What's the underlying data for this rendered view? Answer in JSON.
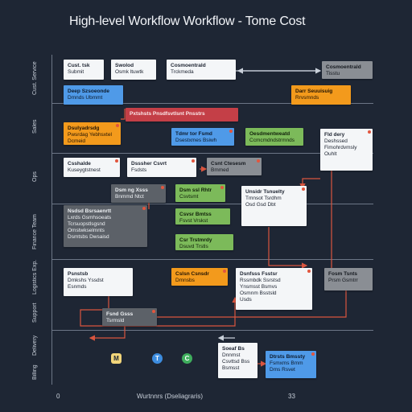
{
  "title": "Hig⁠h-level Workflow Workflow - Tome Cost",
  "lanes": [
    "Cust. Service",
    "Sales",
    "Ops",
    "Finance Team",
    "Logistics Exp.",
    "Support",
    "Delivery",
    "Billing"
  ],
  "boxes": {
    "b01": {
      "title": "Cust. tsk",
      "desc": "Submit"
    },
    "b02": {
      "title": "Swolod",
      "desc": "Osmk ltuwtk"
    },
    "b03": {
      "title": "Cosmoentrald",
      "desc": "Trckmeda"
    },
    "b04": {
      "title": "Cosmoentrald",
      "desc": "Tisstu"
    },
    "b05": {
      "title": "Deep Szsoeonde",
      "desc": "Dmnds Ubmmt"
    },
    "b06": {
      "title": "Darr Seuuisuig",
      "desc": "Rrvsmnds"
    },
    "b07": {
      "title": "Pxtshsts Pnsdfsvtlsnt Pnsstrs",
      "desc": ""
    },
    "b08": {
      "title": "Dsulyadrsdg",
      "desc": "Pwsrdag Yebhsxtel\nDcmeid"
    },
    "b09": {
      "title": "Tdmr tor Fsmd",
      "desc": "Dsestxmes Bsiwh"
    },
    "b10": {
      "title": "Oesdmentweatd",
      "desc": "Ccmcmdndstrmnds"
    },
    "b11": {
      "title": "Fld dery",
      "desc": "Deshssed\nFimohrdvmsly\nOuhlt"
    },
    "b12": {
      "title": "Csshalde",
      "desc": "Kuseygtstnest"
    },
    "b13": {
      "title": "Dsssher Csvrt",
      "desc": "Fsdsts"
    },
    "b14": {
      "title": "Csnt Ctesesm",
      "desc": "Bmmed"
    },
    "b15": {
      "title": "Dsm ng Xsss",
      "desc": "Bnmmd Ntct"
    },
    "b16": {
      "title": "Dsm ssl Rhtr",
      "desc": "Csvtsmt"
    },
    "b17": {
      "title": "Unsidr Tsnuelty",
      "desc": "Tmnsot Tsrdhm\nOsd Gsd Dbt"
    },
    "b18": {
      "title": "Nsdsd Bsrsaenrtt",
      "desc": "Lxrds Gsmhsoeats\nTcrsuopstlsgsnd\nOmstwkselmnts\nDsmtsbs Dwsaisd"
    },
    "b19": {
      "title": "Csvsr Bmtss",
      "desc": "Fsvst Vrskst"
    },
    "b20": {
      "title": "Csr Trstmrdy",
      "desc": "Dsuvd Trstls"
    },
    "b21": {
      "title": "Psnstsb",
      "desc": "Dmkshs Yssdst\nEsnmds"
    },
    "b22": {
      "title": "Cslsn Csnsdr",
      "desc": "Dmnsbs"
    },
    "b23": {
      "title": "Dsnfsss Fsstsr",
      "desc": "Rssmbdk Ssrstsd\nYnsmsst Bsmvs\nOsmnm Bsstsld\nUsds"
    },
    "b24": {
      "title": "Fosm Tsnts",
      "desc": "Prsm Gsmtrr"
    },
    "b25": {
      "title": "Fsnd Gsss",
      "desc": "Tsrmsld"
    },
    "b26": {
      "title": "Soeaf Bs",
      "desc": "Dnnmst\nCsvttsd Bss\nBsmsst"
    },
    "b27": {
      "title": "Dtrsts Bmssty",
      "desc": "Fsmxms Bmm\nDms Rsvet"
    }
  },
  "icons": [
    {
      "glyph": "M",
      "name": "task-icon-yellow",
      "bg": "#f2d57a",
      "fg": "#1e2634"
    },
    {
      "glyph": "T",
      "name": "task-icon-blue",
      "bg": "#3d8de0",
      "fg": "#ffffff"
    },
    {
      "glyph": "C",
      "name": "task-icon-green",
      "bg": "#3fae5d",
      "fg": "#ffffff"
    }
  ],
  "axis": {
    "start": "0",
    "center": "Wurtnnrs (Dseliagraris)",
    "end": "33"
  },
  "colors": {
    "background": "#1e2634",
    "connector": "#d9553f",
    "gray_connector": "#c9d0da"
  }
}
